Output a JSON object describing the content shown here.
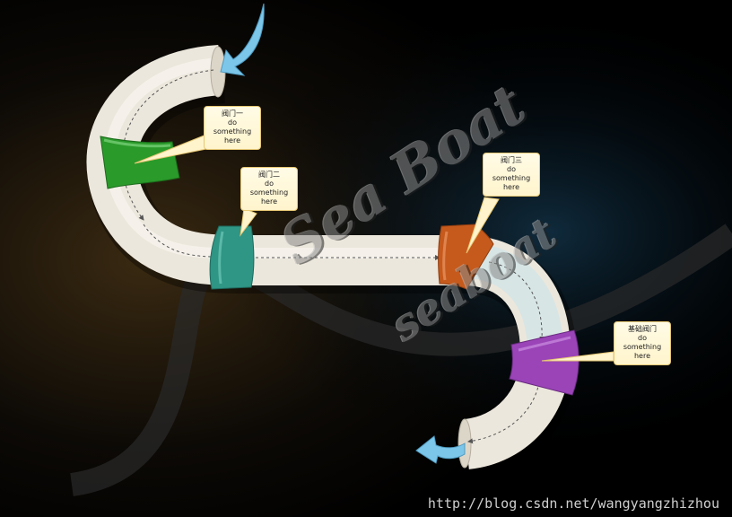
{
  "watermark": {
    "line1": "Sea Boat",
    "line2": "seaboat"
  },
  "callouts": [
    {
      "title": "阀门一",
      "l1": "do",
      "l2": "something",
      "l3": "here"
    },
    {
      "title": "阀门二",
      "l1": "do",
      "l2": "something",
      "l3": "here"
    },
    {
      "title": "阀门三",
      "l1": "do",
      "l2": "something",
      "l3": "here"
    },
    {
      "title": "基础阀门",
      "l1": "do",
      "l2": "something",
      "l3": "here"
    }
  ],
  "url": "http://blog.csdn.net/wangyangzhizhou",
  "colors": {
    "pipe": "#ece7dc",
    "valve1": "#2a9a2a",
    "valve2": "#2f9585",
    "valve3": "#c65a1c",
    "valve4": "#9a44b8",
    "arrow": "#7cc6ea",
    "callout_border": "#e7c874"
  }
}
